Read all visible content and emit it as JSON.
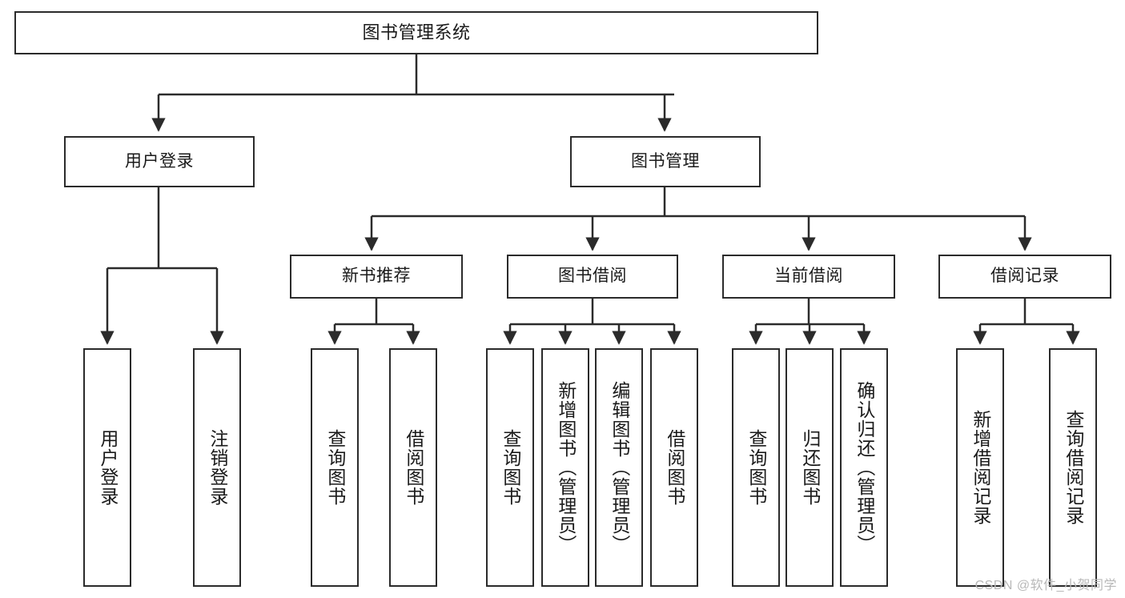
{
  "diagram": {
    "type": "functional-decomposition-tree",
    "title": "图书管理系统",
    "stroke_color": "#2b2b2b",
    "fill_color": "#ffffff",
    "text_color": "#1a1a1a"
  },
  "watermark": {
    "text": "CSDN @软件_小贺同学",
    "color": "#b8b8b8"
  },
  "nodes": {
    "root": {
      "label": "图书管理系统"
    },
    "level2": [
      {
        "id": "user-login",
        "label": "用户登录"
      },
      {
        "id": "book-manage",
        "label": "图书管理"
      }
    ],
    "level3": [
      {
        "id": "new-book-recommend",
        "label": "新书推荐"
      },
      {
        "id": "book-borrow",
        "label": "图书借阅"
      },
      {
        "id": "current-borrow",
        "label": "当前借阅"
      },
      {
        "id": "borrow-record",
        "label": "借阅记录"
      }
    ],
    "leaves": {
      "user_login": [
        {
          "id": "leaf-user-login",
          "label": "用户登录"
        },
        {
          "id": "leaf-logout-login",
          "label": "注销登录"
        }
      ],
      "new_book_recommend": [
        {
          "id": "leaf-query-book-1",
          "label": "查询图书"
        },
        {
          "id": "leaf-borrow-book-1",
          "label": "借阅图书"
        }
      ],
      "book_borrow": [
        {
          "id": "leaf-query-book-2",
          "label": "查询图书"
        },
        {
          "id": "leaf-add-book",
          "label": "新增图书（管理员）"
        },
        {
          "id": "leaf-edit-book",
          "label": "编辑图书（管理员）"
        },
        {
          "id": "leaf-borrow-book-2",
          "label": "借阅图书"
        }
      ],
      "current_borrow": [
        {
          "id": "leaf-query-book-3",
          "label": "查询图书"
        },
        {
          "id": "leaf-return-book",
          "label": "归还图书"
        },
        {
          "id": "leaf-confirm-return",
          "label": "确认归还（管理员）"
        }
      ],
      "borrow_record": [
        {
          "id": "leaf-add-record",
          "label": "新增借阅记录"
        },
        {
          "id": "leaf-query-record",
          "label": "查询借阅记录"
        }
      ]
    }
  }
}
